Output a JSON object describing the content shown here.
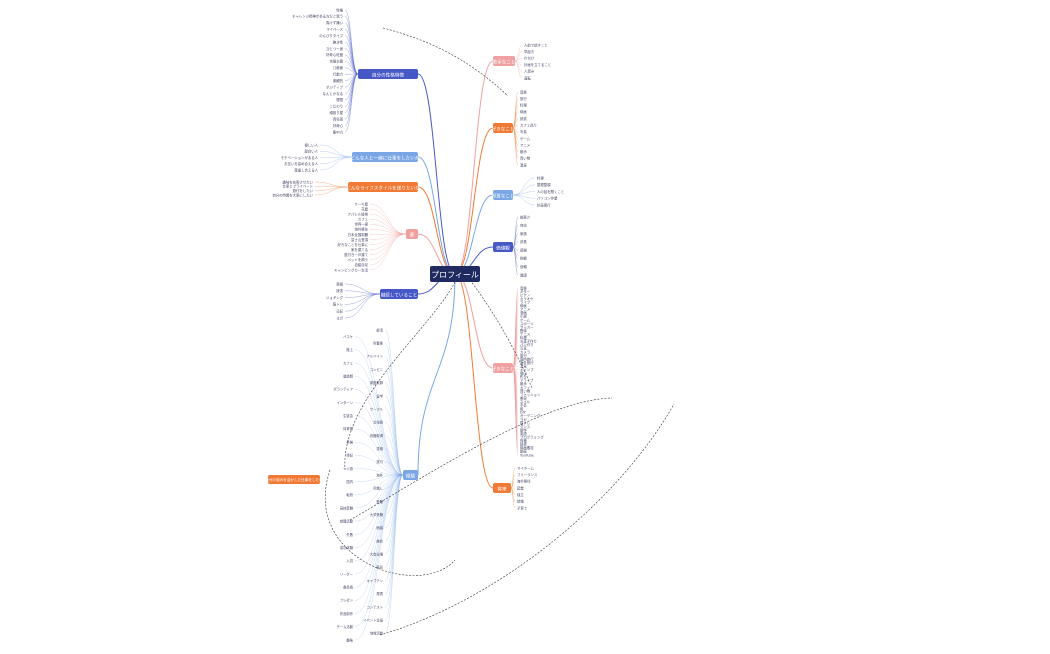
{
  "root": {
    "label": "プロフィール"
  },
  "left_branches": [
    {
      "key": "self",
      "label": "自分の性格特徴",
      "color": "#4658c6",
      "leaves": [
        "性格",
        "チャレンジ精神がある方だと思う",
        "負けず嫌い",
        "マイペース",
        "のんびりタイプ",
        "飽き性",
        "ひとつ一途",
        "好奇心旺盛",
        "完璧主義",
        "几帳面",
        "行動力",
        "楽観的",
        "ポジティブ",
        "なんとかなる",
        "理想",
        "こだわり",
        "頑張り屋",
        "責任感",
        "好奇心",
        "集中力"
      ]
    },
    {
      "key": "people",
      "label": "どんな人と一緒に仕事をしたいか",
      "color": "#7aa6e6",
      "leaves": [
        "優しい人",
        "面白い人",
        "モチベーションがある人",
        "お互いを高め合える人",
        "尊重し合える人"
      ]
    },
    {
      "key": "lifestyle",
      "label": "どんなライフスタイルを送りたいか",
      "color": "#f07a35",
      "leaves": [
        "趣味を充実させたい",
        "仕事とプライベート",
        "旅行をしたい",
        "自分の時間を大事にしたい"
      ]
    },
    {
      "key": "dream",
      "label": "夢",
      "color": "#f0a0a0",
      "leaves": [
        "ケーキ屋",
        "花屋",
        "アパレル経営",
        "カフェ",
        "世界一周",
        "海外移住",
        "日本全国制覇",
        "富士山登頂",
        "好きなことを仕事に",
        "家を建てる",
        "庭付き一戸建て",
        "ペットを飼う",
        "自給自足",
        "キャンピングカー生活"
      ]
    },
    {
      "key": "effort",
      "label": "継続していること",
      "color": "#4658c6",
      "leaves": [
        "英語",
        "読書",
        "ジョギング",
        "筋トレ",
        "日記",
        "ヨガ"
      ]
    }
  ],
  "right_branches": [
    {
      "key": "weak",
      "label": "苦手なこと",
      "color": "#f0a0a0",
      "leaves": [
        "人前で話すこと",
        "早起き",
        "片付け",
        "計画を立てること",
        "人混み",
        "運転"
      ]
    },
    {
      "key": "like",
      "label": "好きなこと",
      "color": "#f07a35",
      "leaves": [
        "音楽",
        "旅行",
        "料理",
        "映画",
        "読書",
        "カフェ巡り",
        "写真",
        "ゲーム",
        "アニメ",
        "散歩",
        "買い物",
        "温泉"
      ]
    },
    {
      "key": "strong",
      "label": "得意なこと",
      "color": "#7aa6e6",
      "leaves": [
        "料理",
        "整理整頓",
        "人の話を聞くこと",
        "パソコン作業",
        "計画実行"
      ]
    },
    {
      "key": "value",
      "label": "価値観",
      "color": "#4658c6",
      "leaves": [
        "誠実さ",
        "自由",
        "家族",
        "成長",
        "感謝",
        "挑戦",
        "信頼",
        "健康"
      ]
    },
    {
      "key": "hobby",
      "label": "好きなこと",
      "color": "#f0a0a0",
      "leaves": [
        "音楽",
        "ギター",
        "ピアノ",
        "カラオケ",
        "ライブ",
        "映画",
        "アニメ",
        "漫画",
        "小説",
        "ゲーム",
        "スポーツ",
        "サッカー",
        "野球",
        "テニス",
        "料理",
        "お菓子作り",
        "パン作り",
        "写真",
        "カメラ",
        "旅行",
        "国内旅行",
        "海外旅行",
        "温泉",
        "キャンプ",
        "登山",
        "釣り",
        "ドライブ",
        "散歩",
        "カフェ",
        "買い物",
        "ファッション",
        "美容",
        "ネイル",
        "手芸",
        "絵",
        "DIY",
        "ガーデニング",
        "ヨガ",
        "筋トレ",
        "ダンス",
        "語学",
        "英語",
        "プログラミング",
        "資格",
        "読書",
        "映画鑑賞",
        "動画",
        "YouTube"
      ]
    },
    {
      "key": "future",
      "label": "将来",
      "color": "#f07a35",
      "leaves": [
        "マイホーム",
        "フリーランス",
        "海外移住",
        "起業",
        "独立",
        "結婚",
        "子育て"
      ]
    }
  ],
  "bottom_branch": {
    "key": "exp",
    "label": "経験",
    "color": "#7aa6e6",
    "leaves": [
      "部活",
      "バスケ",
      "吹奏楽",
      "陸上",
      "アルバイト",
      "カフェ",
      "コンビニ",
      "塾講師",
      "家庭教師",
      "ボランティア",
      "留学",
      "インターン",
      "サークル",
      "生徒会",
      "文化祭",
      "体育祭",
      "資格取得",
      "英検",
      "漢検",
      "簿記",
      "旅行",
      "一人旅",
      "海外",
      "国内",
      "引越し",
      "転校",
      "受験",
      "高校受験",
      "大学受験",
      "就職活動",
      "面接",
      "失敗",
      "挫折",
      "成功体験",
      "大会出場",
      "入賞",
      "表彰",
      "リーダー",
      "キャプテン",
      "委員長",
      "発表",
      "プレゼン",
      "コンテスト",
      "作品制作",
      "イベント企画",
      "チーム活動",
      "地域活動",
      "趣味"
    ]
  },
  "callout": {
    "label": "自分の強みを活かした仕事をしたい"
  }
}
